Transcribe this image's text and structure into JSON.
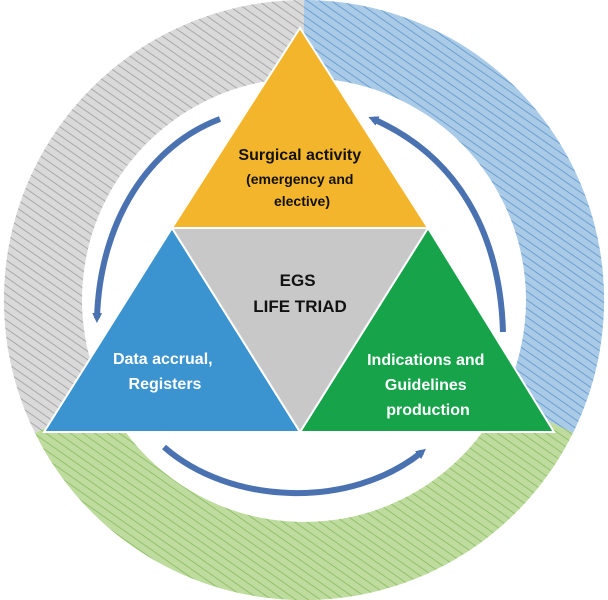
{
  "colors": {
    "ring_gray": "#c9c9c9",
    "ring_blue": "#8fb8dd",
    "ring_green": "#a9cf8a",
    "top_triangle": "#f3b52c",
    "left_triangle": "#3b93cf",
    "right_triangle": "#16a34a",
    "center_triangle": "#c8c8c8",
    "arrow": "#4a72b0"
  },
  "nodes": {
    "top": {
      "lines": [
        "Surgical activity",
        "(emergency and",
        "elective)"
      ]
    },
    "center": {
      "lines": [
        "EGS",
        "LIFE TRIAD"
      ]
    },
    "left": {
      "lines": [
        "Data accrual,",
        "Registers"
      ]
    },
    "right": {
      "lines": [
        "Indications and",
        "Guidelines",
        "production"
      ]
    }
  },
  "arrows": [
    {
      "name": "top-left-to-left",
      "icon": "curved-arrow-icon"
    },
    {
      "name": "bottom-to-right",
      "icon": "curved-arrow-icon"
    },
    {
      "name": "right-to-top",
      "icon": "curved-arrow-icon"
    }
  ]
}
